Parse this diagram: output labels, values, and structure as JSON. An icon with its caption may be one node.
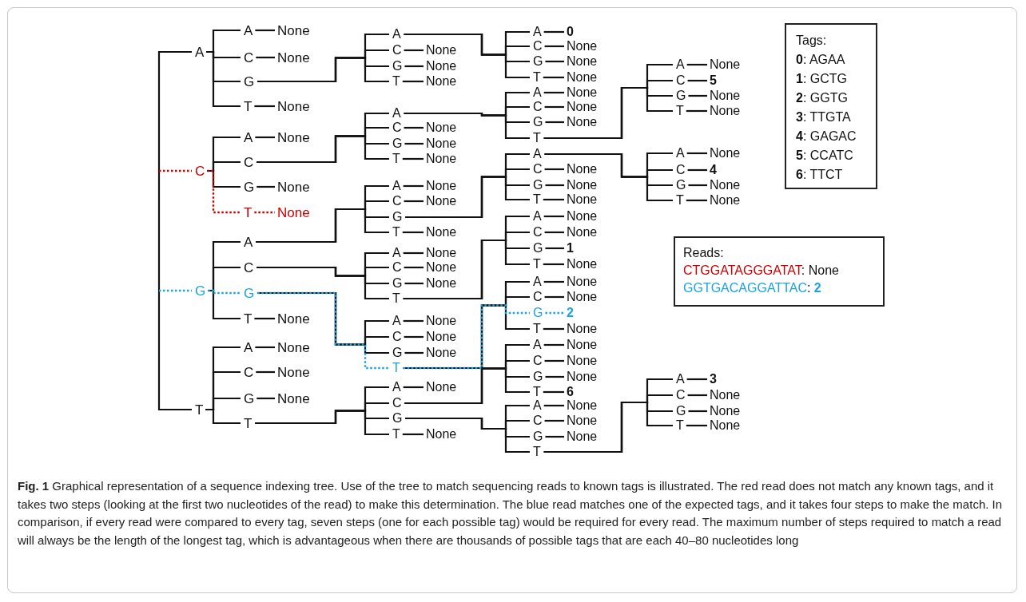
{
  "diagram": {
    "caption": "**Fig. 1** Graphical representation of a sequence indexing tree. Use of the tree to match sequencing reads to known tags is illustrated. The red read does not match any known tags, and it takes two steps (looking at the first two nucleotides of the read) to make this determination. The blue read matches one of the expected tags, and it takes four steps to make the match. In comparison, if every read were compared to every tag, seven steps (one for each possible tag) would be required for every read. The maximum number of steps required to match a read will always be the length of the longest tag, which is advantageous when there are thousands of possible tags that are each 40–80 nucleotides long",
    "nodes": [
      {
        "text": [
          "A"
        ]
      },
      {
        "text": [
          "A"
        ]
      },
      {
        "text": [
          "None"
        ]
      },
      {
        "text": [
          "C"
        ]
      },
      {
        "text": [
          "None"
        ]
      },
      {
        "text": [
          "G"
        ]
      },
      {
        "text": [
          "A"
        ]
      },
      {
        "text": [
          "A"
        ]
      },
      {
        "text": [
          "0"
        ]
      },
      {
        "text": [
          "C"
        ]
      },
      {
        "text": [
          "None"
        ]
      },
      {
        "text": [
          "G"
        ]
      },
      {
        "text": [
          "None"
        ]
      },
      {
        "text": [
          "T"
        ]
      },
      {
        "text": [
          "None"
        ]
      },
      {
        "text": [
          "C"
        ]
      },
      {
        "text": [
          "None"
        ]
      },
      {
        "text": [
          "G"
        ]
      },
      {
        "text": [
          "None"
        ]
      },
      {
        "text": [
          "T"
        ]
      },
      {
        "text": [
          "None"
        ]
      },
      {
        "text": [
          "T"
        ]
      },
      {
        "text": [
          "None"
        ]
      },
      {
        "text": [
          "C"
        ]
      },
      {
        "text": [
          "A"
        ]
      },
      {
        "text": [
          "None"
        ]
      },
      {
        "text": [
          "C"
        ]
      },
      {
        "text": [
          "A"
        ]
      },
      {
        "text": [
          "A"
        ]
      },
      {
        "text": [
          "None"
        ]
      },
      {
        "text": [
          "C"
        ]
      },
      {
        "text": [
          "None"
        ]
      },
      {
        "text": [
          "G"
        ]
      },
      {
        "text": [
          "None"
        ]
      },
      {
        "text": [
          "T"
        ]
      },
      {
        "text": [
          "A"
        ]
      },
      {
        "text": [
          "None"
        ]
      },
      {
        "text": [
          "C"
        ]
      },
      {
        "text": [
          "5"
        ]
      },
      {
        "text": [
          "G"
        ]
      },
      {
        "text": [
          "None"
        ]
      },
      {
        "text": [
          "T"
        ]
      },
      {
        "text": [
          "None"
        ]
      },
      {
        "text": [
          "C"
        ]
      },
      {
        "text": [
          "None"
        ]
      },
      {
        "text": [
          "G"
        ]
      },
      {
        "text": [
          "None"
        ]
      },
      {
        "text": [
          "T"
        ]
      },
      {
        "text": [
          "None"
        ]
      },
      {
        "text": [
          "G"
        ]
      },
      {
        "text": [
          "None"
        ]
      },
      {
        "text": [
          "T"
        ]
      },
      {
        "text": [
          "None"
        ]
      },
      {
        "text": [
          "G"
        ]
      },
      {
        "text": [
          "A"
        ]
      },
      {
        "text": [
          "A"
        ]
      },
      {
        "text": [
          "None"
        ]
      },
      {
        "text": [
          "C"
        ]
      },
      {
        "text": [
          "None"
        ]
      },
      {
        "text": [
          "G"
        ]
      },
      {
        "text": [
          "A"
        ]
      },
      {
        "text": [
          "A"
        ]
      },
      {
        "text": [
          "None"
        ]
      },
      {
        "text": [
          "C"
        ]
      },
      {
        "text": [
          "4"
        ]
      },
      {
        "text": [
          "G"
        ]
      },
      {
        "text": [
          "None"
        ]
      },
      {
        "text": [
          "T"
        ]
      },
      {
        "text": [
          "None"
        ]
      },
      {
        "text": [
          "C"
        ]
      },
      {
        "text": [
          "None"
        ]
      },
      {
        "text": [
          "G"
        ]
      },
      {
        "text": [
          "None"
        ]
      },
      {
        "text": [
          "T"
        ]
      },
      {
        "text": [
          "None"
        ]
      },
      {
        "text": [
          "T"
        ]
      },
      {
        "text": [
          "None"
        ]
      },
      {
        "text": [
          "C"
        ]
      },
      {
        "text": [
          "A"
        ]
      },
      {
        "text": [
          "None"
        ]
      },
      {
        "text": [
          "C"
        ]
      },
      {
        "text": [
          "None"
        ]
      },
      {
        "text": [
          "G"
        ]
      },
      {
        "text": [
          "None"
        ]
      },
      {
        "text": [
          "T"
        ]
      },
      {
        "text": [
          "A"
        ]
      },
      {
        "text": [
          "None"
        ]
      },
      {
        "text": [
          "C"
        ]
      },
      {
        "text": [
          "None"
        ]
      },
      {
        "text": [
          "G"
        ]
      },
      {
        "text": [
          "1"
        ]
      },
      {
        "text": [
          "T"
        ]
      },
      {
        "text": [
          "None"
        ]
      },
      {
        "text": [
          "G"
        ]
      },
      {
        "text": [
          "A"
        ]
      },
      {
        "text": [
          "None"
        ]
      },
      {
        "text": [
          "C"
        ]
      },
      {
        "text": [
          "None"
        ]
      },
      {
        "text": [
          "G"
        ]
      },
      {
        "text": [
          "None"
        ]
      },
      {
        "text": [
          "T"
        ]
      },
      {
        "text": [
          "A"
        ]
      },
      {
        "text": [
          "None"
        ]
      },
      {
        "text": [
          "C"
        ]
      },
      {
        "text": [
          "None"
        ]
      },
      {
        "text": [
          "G"
        ]
      },
      {
        "text": [
          "2"
        ]
      },
      {
        "text": [
          "T"
        ]
      },
      {
        "text": [
          "None"
        ]
      },
      {
        "text": [
          "T"
        ]
      },
      {
        "text": [
          "None"
        ]
      },
      {
        "text": [
          "T"
        ]
      },
      {
        "text": [
          "A"
        ]
      },
      {
        "text": [
          "None"
        ]
      },
      {
        "text": [
          "C"
        ]
      },
      {
        "text": [
          "None"
        ]
      },
      {
        "text": [
          "G"
        ]
      },
      {
        "text": [
          "None"
        ]
      },
      {
        "text": [
          "T"
        ]
      },
      {
        "text": [
          "A"
        ]
      },
      {
        "text": [
          "None"
        ]
      },
      {
        "text": [
          "C"
        ]
      },
      {
        "text": [
          "A"
        ]
      },
      {
        "text": [
          "None"
        ]
      },
      {
        "text": [
          "C"
        ]
      },
      {
        "text": [
          "None"
        ]
      },
      {
        "text": [
          "G"
        ]
      },
      {
        "text": [
          "None"
        ]
      },
      {
        "text": [
          "T"
        ]
      },
      {
        "text": [
          "6"
        ]
      },
      {
        "text": [
          "G"
        ]
      },
      {
        "text": [
          "A"
        ]
      },
      {
        "text": [
          "None"
        ]
      },
      {
        "text": [
          "C"
        ]
      },
      {
        "text": [
          "None"
        ]
      },
      {
        "text": [
          "G"
        ]
      },
      {
        "text": [
          "None"
        ]
      },
      {
        "text": [
          "T"
        ]
      },
      {
        "text": [
          "A"
        ]
      },
      {
        "text": [
          "3"
        ]
      },
      {
        "text": [
          "C"
        ]
      },
      {
        "text": [
          "None"
        ]
      },
      {
        "text": [
          "G"
        ]
      },
      {
        "text": [
          "None"
        ]
      },
      {
        "text": [
          "T"
        ]
      },
      {
        "text": [
          "None"
        ]
      },
      {
        "text": [
          "T"
        ]
      },
      {
        "text": [
          "None"
        ]
      },
      {
        "text": [
          "Tags:",
          "**0**: AGAA",
          "**1**: GCTG",
          "**2**: GGTG",
          "**3**: TTGTA",
          "**4**: GAGAC",
          "**5**: CCATC",
          "**6**: TTCT"
        ]
      },
      {
        "text": [
          "Reads:",
          "CTGGATAGGGATAT: None",
          "GGTGACAGGATTAC: **2**"
        ]
      }
    ],
    "edges": [
      {
        "from": null,
        "to": 0,
        "arrow": "none"
      },
      {
        "from": 0,
        "to": 1,
        "arrow": "none"
      },
      {
        "from": 1,
        "to": 2,
        "arrow": "none"
      },
      {
        "from": 0,
        "to": 3,
        "arrow": "none"
      },
      {
        "from": 3,
        "to": 4,
        "arrow": "none"
      },
      {
        "from": 0,
        "to": 5,
        "arrow": "none"
      },
      {
        "from": 5,
        "to": 6,
        "arrow": "none"
      },
      {
        "from": 6,
        "to": 7,
        "arrow": "none"
      },
      {
        "from": 7,
        "to": 8,
        "arrow": "none"
      },
      {
        "from": 6,
        "to": 9,
        "arrow": "none"
      },
      {
        "from": 9,
        "to": 10,
        "arrow": "none"
      },
      {
        "from": 6,
        "to": 11,
        "arrow": "none"
      },
      {
        "from": 11,
        "to": 12,
        "arrow": "none"
      },
      {
        "from": 6,
        "to": 13,
        "arrow": "none"
      },
      {
        "from": 13,
        "to": 14,
        "arrow": "none"
      },
      {
        "from": 5,
        "to": 15,
        "arrow": "none"
      },
      {
        "from": 15,
        "to": 16,
        "arrow": "none"
      },
      {
        "from": 5,
        "to": 17,
        "arrow": "none"
      },
      {
        "from": 17,
        "to": 18,
        "arrow": "none"
      },
      {
        "from": 5,
        "to": 19,
        "arrow": "none"
      },
      {
        "from": 19,
        "to": 20,
        "arrow": "none"
      },
      {
        "from": 0,
        "to": 21,
        "arrow": "none"
      },
      {
        "from": 21,
        "to": 22,
        "arrow": "none"
      },
      {
        "from": null,
        "to": 23,
        "arrow": "none",
        "style": "dashed",
        "color": "#cc0000"
      },
      {
        "from": 23,
        "to": 24,
        "arrow": "none"
      },
      {
        "from": 24,
        "to": 25,
        "arrow": "none"
      },
      {
        "from": 23,
        "to": 26,
        "arrow": "none"
      },
      {
        "from": 26,
        "to": 27,
        "arrow": "none"
      },
      {
        "from": 27,
        "to": 28,
        "arrow": "none"
      },
      {
        "from": 28,
        "to": 29,
        "arrow": "none"
      },
      {
        "from": 27,
        "to": 30,
        "arrow": "none"
      },
      {
        "from": 30,
        "to": 31,
        "arrow": "none"
      },
      {
        "from": 27,
        "to": 32,
        "arrow": "none"
      },
      {
        "from": 32,
        "to": 33,
        "arrow": "none"
      },
      {
        "from": 27,
        "to": 34,
        "arrow": "none"
      },
      {
        "from": 34,
        "to": 35,
        "arrow": "none"
      },
      {
        "from": 35,
        "to": 36,
        "arrow": "none"
      },
      {
        "from": 34,
        "to": 37,
        "arrow": "none"
      },
      {
        "from": 37,
        "to": 38,
        "arrow": "none"
      },
      {
        "from": 34,
        "to": 39,
        "arrow": "none"
      },
      {
        "from": 39,
        "to": 40,
        "arrow": "none"
      },
      {
        "from": 34,
        "to": 41,
        "arrow": "none"
      },
      {
        "from": 41,
        "to": 42,
        "arrow": "none"
      },
      {
        "from": 26,
        "to": 43,
        "arrow": "none"
      },
      {
        "from": 43,
        "to": 44,
        "arrow": "none"
      },
      {
        "from": 26,
        "to": 45,
        "arrow": "none"
      },
      {
        "from": 45,
        "to": 46,
        "arrow": "none"
      },
      {
        "from": 26,
        "to": 47,
        "arrow": "none"
      },
      {
        "from": 47,
        "to": 48,
        "arrow": "none"
      },
      {
        "from": 23,
        "to": 49,
        "arrow": "none"
      },
      {
        "from": 49,
        "to": 50,
        "arrow": "none"
      },
      {
        "from": 23,
        "to": 51,
        "arrow": "none",
        "style": "dashed",
        "color": "#cc0000"
      },
      {
        "from": 51,
        "to": 52,
        "arrow": "none",
        "style": "dashed",
        "color": "#cc0000"
      },
      {
        "from": null,
        "to": 53,
        "arrow": "none",
        "style": "dashed",
        "color": "#1aa3e0"
      },
      {
        "from": 53,
        "to": 54,
        "arrow": "none"
      },
      {
        "from": 54,
        "to": 55,
        "arrow": "none"
      },
      {
        "from": 55,
        "to": 56,
        "arrow": "none"
      },
      {
        "from": 54,
        "to": 57,
        "arrow": "none"
      },
      {
        "from": 57,
        "to": 58,
        "arrow": "none"
      },
      {
        "from": 54,
        "to": 59,
        "arrow": "none"
      },
      {
        "from": 59,
        "to": 60,
        "arrow": "none"
      },
      {
        "from": 60,
        "to": 61,
        "arrow": "none"
      },
      {
        "from": 61,
        "to": 62,
        "arrow": "none"
      },
      {
        "from": 60,
        "to": 63,
        "arrow": "none"
      },
      {
        "from": 63,
        "to": 64,
        "arrow": "none"
      },
      {
        "from": 60,
        "to": 65,
        "arrow": "none"
      },
      {
        "from": 65,
        "to": 66,
        "arrow": "none"
      },
      {
        "from": 60,
        "to": 67,
        "arrow": "none"
      },
      {
        "from": 67,
        "to": 68,
        "arrow": "none"
      },
      {
        "from": 59,
        "to": 69,
        "arrow": "none"
      },
      {
        "from": 69,
        "to": 70,
        "arrow": "none"
      },
      {
        "from": 59,
        "to": 71,
        "arrow": "none"
      },
      {
        "from": 71,
        "to": 72,
        "arrow": "none"
      },
      {
        "from": 59,
        "to": 73,
        "arrow": "none"
      },
      {
        "from": 73,
        "to": 74,
        "arrow": "none"
      },
      {
        "from": 54,
        "to": 75,
        "arrow": "none"
      },
      {
        "from": 75,
        "to": 76,
        "arrow": "none"
      },
      {
        "from": 53,
        "to": 77,
        "arrow": "none"
      },
      {
        "from": 77,
        "to": 78,
        "arrow": "none"
      },
      {
        "from": 78,
        "to": 79,
        "arrow": "none"
      },
      {
        "from": 77,
        "to": 80,
        "arrow": "none"
      },
      {
        "from": 80,
        "to": 81,
        "arrow": "none"
      },
      {
        "from": 77,
        "to": 82,
        "arrow": "none"
      },
      {
        "from": 82,
        "to": 83,
        "arrow": "none"
      },
      {
        "from": 77,
        "to": 84,
        "arrow": "none"
      },
      {
        "from": 84,
        "to": 85,
        "arrow": "none"
      },
      {
        "from": 85,
        "to": 86,
        "arrow": "none"
      },
      {
        "from": 84,
        "to": 87,
        "arrow": "none"
      },
      {
        "from": 87,
        "to": 88,
        "arrow": "none"
      },
      {
        "from": 84,
        "to": 89,
        "arrow": "none"
      },
      {
        "from": 89,
        "to": 90,
        "arrow": "none"
      },
      {
        "from": 84,
        "to": 91,
        "arrow": "none"
      },
      {
        "from": 91,
        "to": 92,
        "arrow": "none"
      },
      {
        "from": 53,
        "to": 93,
        "arrow": "none",
        "style": "dashed",
        "color": "#1aa3e0"
      },
      {
        "from": 93,
        "to": 94,
        "arrow": "none"
      },
      {
        "from": 94,
        "to": 95,
        "arrow": "none"
      },
      {
        "from": 93,
        "to": 96,
        "arrow": "none"
      },
      {
        "from": 96,
        "to": 97,
        "arrow": "none"
      },
      {
        "from": 93,
        "to": 98,
        "arrow": "none"
      },
      {
        "from": 98,
        "to": 99,
        "arrow": "none"
      },
      {
        "from": 93,
        "to": 100,
        "arrow": "none",
        "style": "dashed",
        "color": "#1aa3e0"
      },
      {
        "from": 100,
        "to": 101,
        "arrow": "none"
      },
      {
        "from": 101,
        "to": 102,
        "arrow": "none"
      },
      {
        "from": 100,
        "to": 103,
        "arrow": "none"
      },
      {
        "from": 103,
        "to": 104,
        "arrow": "none"
      },
      {
        "from": 100,
        "to": 105,
        "arrow": "none",
        "style": "dashed",
        "color": "#1aa3e0"
      },
      {
        "from": 105,
        "to": 106,
        "arrow": "none",
        "style": "dashed",
        "color": "#1aa3e0"
      },
      {
        "from": 100,
        "to": 107,
        "arrow": "none"
      },
      {
        "from": 107,
        "to": 108,
        "arrow": "none"
      },
      {
        "from": 53,
        "to": 109,
        "arrow": "none"
      },
      {
        "from": 109,
        "to": 110,
        "arrow": "none"
      },
      {
        "from": null,
        "to": 111,
        "arrow": "none"
      },
      {
        "from": 111,
        "to": 112,
        "arrow": "none"
      },
      {
        "from": 112,
        "to": 113,
        "arrow": "none"
      },
      {
        "from": 111,
        "to": 114,
        "arrow": "none"
      },
      {
        "from": 114,
        "to": 115,
        "arrow": "none"
      },
      {
        "from": 111,
        "to": 116,
        "arrow": "none"
      },
      {
        "from": 116,
        "to": 117,
        "arrow": "none"
      },
      {
        "from": 111,
        "to": 118,
        "arrow": "none"
      },
      {
        "from": 118,
        "to": 119,
        "arrow": "none"
      },
      {
        "from": 119,
        "to": 120,
        "arrow": "none"
      },
      {
        "from": 118,
        "to": 121,
        "arrow": "none"
      },
      {
        "from": 121,
        "to": 122,
        "arrow": "none"
      },
      {
        "from": 122,
        "to": 123,
        "arrow": "none"
      },
      {
        "from": 121,
        "to": 124,
        "arrow": "none"
      },
      {
        "from": 124,
        "to": 125,
        "arrow": "none"
      },
      {
        "from": 121,
        "to": 126,
        "arrow": "none"
      },
      {
        "from": 126,
        "to": 127,
        "arrow": "none"
      },
      {
        "from": 121,
        "to": 128,
        "arrow": "none"
      },
      {
        "from": 128,
        "to": 129,
        "arrow": "none"
      },
      {
        "from": 118,
        "to": 130,
        "arrow": "none"
      },
      {
        "from": 130,
        "to": 131,
        "arrow": "none"
      },
      {
        "from": 131,
        "to": 132,
        "arrow": "none"
      },
      {
        "from": 130,
        "to": 133,
        "arrow": "none"
      },
      {
        "from": 133,
        "to": 134,
        "arrow": "none"
      },
      {
        "from": 130,
        "to": 135,
        "arrow": "none"
      },
      {
        "from": 135,
        "to": 136,
        "arrow": "none"
      },
      {
        "from": 130,
        "to": 137,
        "arrow": "none"
      },
      {
        "from": 137,
        "to": 138,
        "arrow": "none"
      },
      {
        "from": 138,
        "to": 139,
        "arrow": "none"
      },
      {
        "from": 137,
        "to": 140,
        "arrow": "none"
      },
      {
        "from": 140,
        "to": 141,
        "arrow": "none"
      },
      {
        "from": 137,
        "to": 142,
        "arrow": "none"
      },
      {
        "from": 142,
        "to": 143,
        "arrow": "none"
      },
      {
        "from": 137,
        "to": 144,
        "arrow": "none"
      },
      {
        "from": 144,
        "to": 145,
        "arrow": "none"
      },
      {
        "from": 118,
        "to": 146,
        "arrow": "none"
      },
      {
        "from": 146,
        "to": 147,
        "arrow": "none"
      }
    ]
  }
}
